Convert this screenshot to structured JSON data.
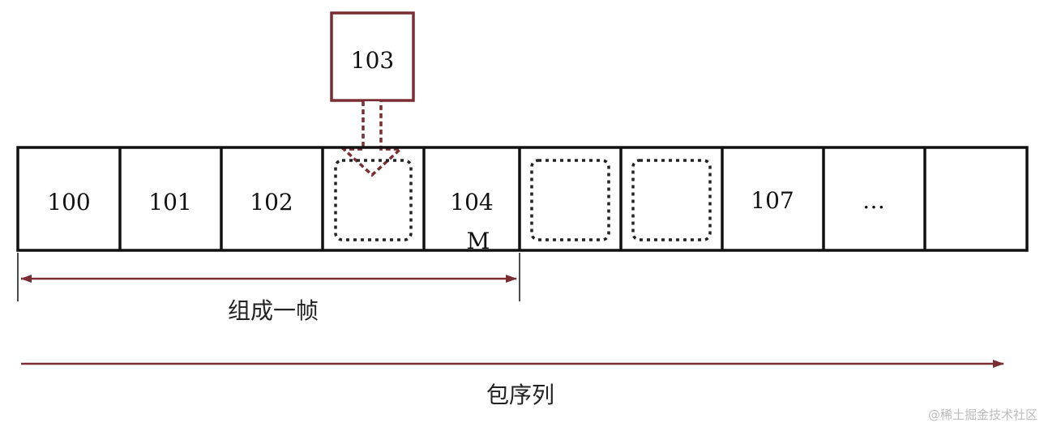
{
  "incoming_packet": {
    "label": "103"
  },
  "packets": [
    {
      "label": "100",
      "marker": ""
    },
    {
      "label": "101",
      "marker": ""
    },
    {
      "label": "102",
      "marker": ""
    },
    {
      "label": "",
      "marker": ""
    },
    {
      "label": "104",
      "marker": "M"
    },
    {
      "label": "",
      "marker": ""
    },
    {
      "label": "",
      "marker": ""
    },
    {
      "label": "107",
      "marker": ""
    },
    {
      "label": "…",
      "marker": ""
    },
    {
      "label": "",
      "marker": ""
    }
  ],
  "frame_span": {
    "label": "组成一帧"
  },
  "sequence_span": {
    "label": "包序列"
  },
  "watermark": "@稀土掘金技术社区",
  "colors": {
    "accent": "#7a2e33",
    "box_stroke": "#111111",
    "dotted": "#222222"
  }
}
